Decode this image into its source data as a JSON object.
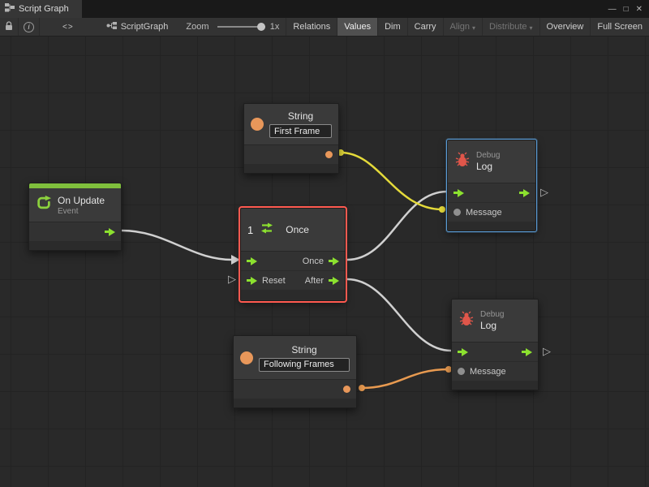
{
  "window": {
    "tab_title": "Script Graph",
    "minimize": "—",
    "maximize": "□",
    "close": "✕"
  },
  "toolbar": {
    "code_label": "<>",
    "info_label": "i",
    "graph_name": "ScriptGraph",
    "zoom_label": "Zoom",
    "zoom_value": "1x",
    "buttons": [
      {
        "label": "Relations"
      },
      {
        "label": "Values"
      },
      {
        "label": "Dim"
      },
      {
        "label": "Carry"
      },
      {
        "label": "Align",
        "caret": "▾"
      },
      {
        "label": "Distribute",
        "caret": "▾"
      },
      {
        "label": "Overview"
      },
      {
        "label": "Full Screen"
      }
    ]
  },
  "nodes": {
    "string_top": {
      "type_title": "String",
      "value": "First Frame"
    },
    "string_bottom": {
      "type_title": "String",
      "value": "Following Frames"
    },
    "on_update": {
      "title": "On Update",
      "subtitle": "Event"
    },
    "once": {
      "badge": "1",
      "title": "Once",
      "out_once_label": "Once",
      "reset_label": "Reset",
      "after_label": "After"
    },
    "debug_top": {
      "subtitle": "Debug",
      "title": "Log",
      "message_label": "Message"
    },
    "debug_bottom": {
      "subtitle": "Debug",
      "title": "Log",
      "message_label": "Message"
    }
  },
  "glyphs": {
    "hollow_triangle": "▷"
  },
  "colors": {
    "wire_white": "#d0d0d0",
    "wire_yellow": "#e4da3a",
    "wire_orange": "#e89a50",
    "port_green": "#8ce12f",
    "port_orange": "#e8975a",
    "selection_red": "#ff5a50",
    "selection_blue": "#5a9bd4",
    "event_green": "#7fbf3c"
  }
}
